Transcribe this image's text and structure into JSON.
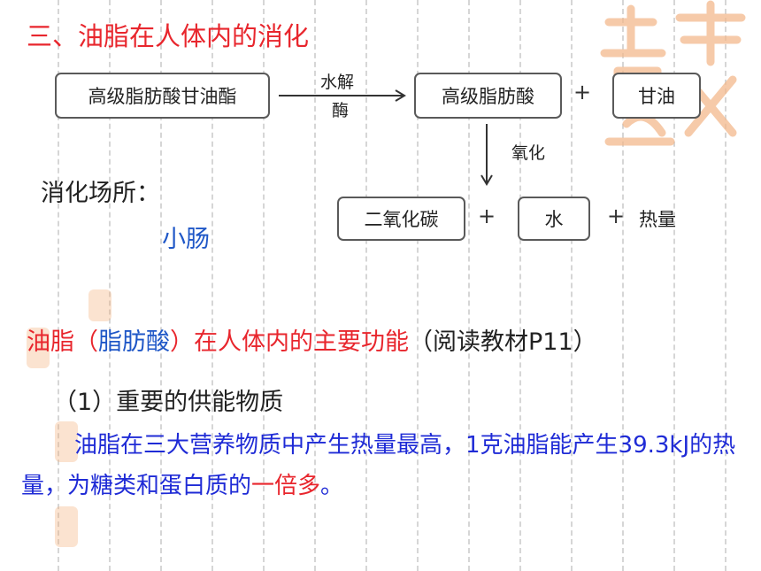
{
  "title": "三、油脂在人体内的消化",
  "flow": {
    "start_box": "高级脂肪酸甘油酯",
    "arrow_top_label": "水解",
    "arrow_bottom_label": "酶",
    "product1": "高级脂肪酸",
    "plus1": "+",
    "product2": "甘油",
    "down_label": "氧化",
    "co2": "二氧化碳",
    "plus2": "+",
    "water": "水",
    "plus3": "+",
    "heat": "热量"
  },
  "site": {
    "label": "消化场所：",
    "value": "小肠"
  },
  "functions": {
    "part1": "油脂",
    "part2": "（",
    "part3": "脂肪酸",
    "part4": "）",
    "part5": "在人体内的主要功能",
    "part6": "（阅读教材P11）"
  },
  "heading1": "（1）重要的供能物质",
  "paragraph": {
    "text1": "油脂在三大营养物质中产生热量最高，1克油脂能产生39.3kJ的热量，为糖类和蛋白质的",
    "highlight": "一倍多",
    "text2": "。"
  },
  "colors": {
    "red": "#e8262d",
    "blue": "#1f57c7",
    "deep_blue": "#1f2bd6"
  }
}
